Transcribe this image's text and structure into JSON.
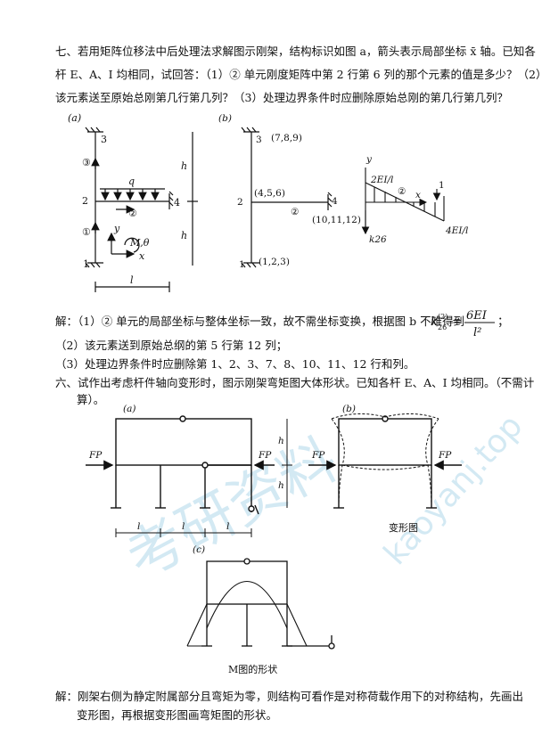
{
  "q7": {
    "line1": "七、若用矩阵位移法中后处理法求解图示刚架，结构标识如图 a，箭头表示局部坐标 x̄ 轴。已知各",
    "line2": "杆 E、A、I 均相同，试回答：（1）② 单元刚度矩阵中第 2 行第 6 列的那个元素的值是多少？（2）",
    "line3": "该元素送至原始总刚第几行第几列？（3）处理边界条件时应删除原始总刚的第几行第几列？"
  },
  "figA": {
    "label": "(a)",
    "n3": "3",
    "n2": "2",
    "n1": "1",
    "n4": "4",
    "e3": "③",
    "e1": "①",
    "e2": "②",
    "q": "q",
    "h1": "h",
    "h2": "h",
    "l": "l",
    "y": "y",
    "x": "x",
    "m": "M,θ"
  },
  "figB": {
    "label": "(b)",
    "n3": "3",
    "n2": "2",
    "n1": "1",
    "n4": "4",
    "c3": "(7,8,9)",
    "c2": "(4,5,6)",
    "c4": "(10,11,12)",
    "c1": "(1,2,3)",
    "e2": "②",
    "y": "y",
    "x": "x",
    "e2b": "②",
    "m1": "2EI/l",
    "m2": "4EI/l",
    "k": "k26",
    "one": "1"
  },
  "sol7": {
    "l1a": "解：（1）② 单元的局部坐标与整体坐标一致，故不需坐标变换，根据图 b 不难得到",
    "k": "k",
    "ksup": "(2)",
    "ksub": "26",
    "eq": "=",
    "num": "6EI",
    "den": "l²",
    "semi": "；",
    "l2": "（2）该元素送到原始总纲的第 5 行第 12 列；",
    "l3": "（3）处理边界条件时应删除第 1、2、3、7、8、10、11、12 行和列。"
  },
  "q6": {
    "line1": "六、试作出考虑杆件轴向变形时，图示刚架弯矩图大体形状。已知各杆 E、A、I 均相同。（不需计",
    "line2": "算）。"
  },
  "fig6": {
    "a": "(a)",
    "b": "(b)",
    "c": "(c)",
    "fp": "FP",
    "fp2": "FP",
    "fp3": "FP",
    "fp4": "FP",
    "h1": "h",
    "h2": "h",
    "l1": "l",
    "l2": "l",
    "l3": "l",
    "cap_b": "变形图",
    "cap_c": "M图的形状"
  },
  "sol6": {
    "line1": "解：刚架右侧为静定附属部分且弯矩为零，则结构可看作是对称荷载作用下的对称结构，先画出",
    "line2": "变形图，再根据变形图画弯矩图的形状。"
  },
  "watermark": {
    "text1": "考研资料",
    "text2": "kaoyanj.top"
  }
}
